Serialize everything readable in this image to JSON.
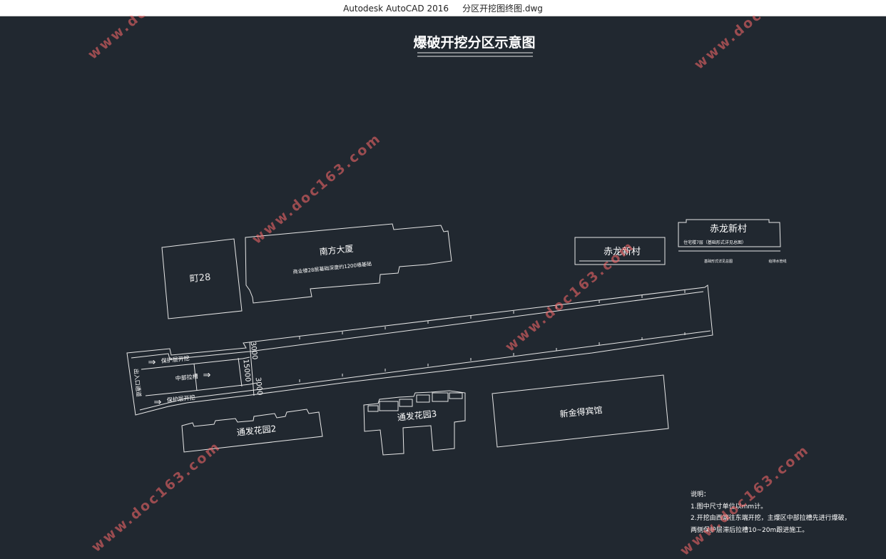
{
  "window": {
    "app_title": "Autodesk AutoCAD 2016",
    "file_name": "分区开挖图终图.dwg"
  },
  "drawing": {
    "title": "爆破开挖分区示意图",
    "buildings": {
      "b28": "町28",
      "nanfang": "南方大厦",
      "nanfang_note": "商业楼28层基础深度约1200墙基础",
      "chilong_1": "赤龙新村",
      "chilong_2": "赤龙新村",
      "chilong_note": "住宅楼7层（基础形式详见总图）",
      "chilong_note_left": "基础形式详见总图",
      "chilong_note_right": "给排水管线",
      "tongfa_2": "通发花园2",
      "tongfa_3": "通发花园3",
      "xinjinde": "新金得宾馆"
    },
    "zones": {
      "entrance": "出入口通道",
      "upper": "保护层开挖",
      "middle": "中部拉槽",
      "lower": "保护层开挖",
      "arrow": "⇒"
    },
    "dimensions": {
      "d1": "3000",
      "d2": "15000",
      "d3": "3000"
    },
    "notes": {
      "heading": "说明：",
      "line1": "1.图中尺寸单位以mm计。",
      "line2": "2.开挖由西端往东端开挖，主爆区中部拉槽先进行爆破，",
      "line3": "   两侧保护层滞后拉槽10~20m跟进施工。"
    },
    "watermark": "www.doc163.com"
  }
}
